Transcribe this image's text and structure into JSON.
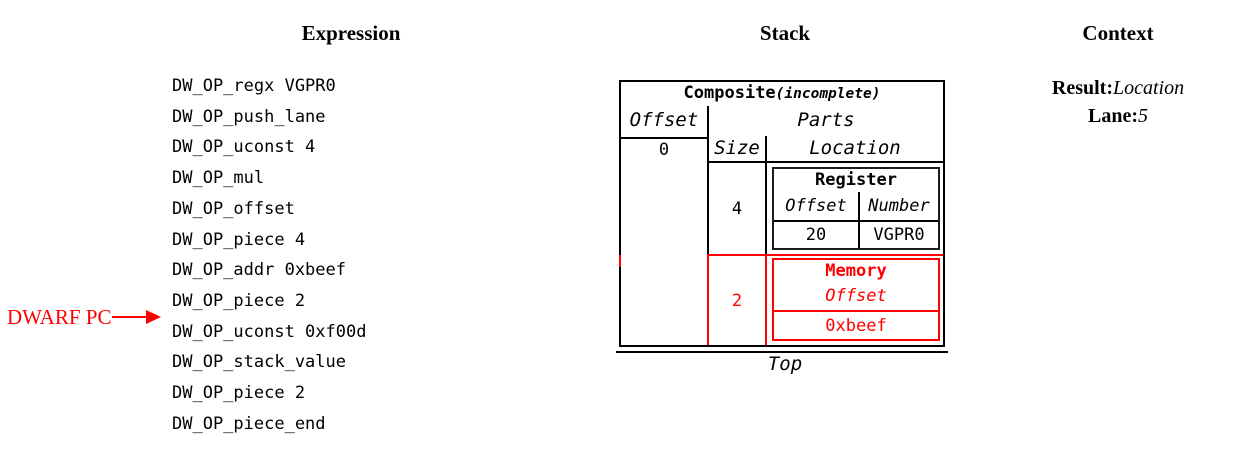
{
  "headers": {
    "expression": "Expression",
    "stack": "Stack",
    "context": "Context"
  },
  "expression": {
    "pc_label": "DWARF PC",
    "pc_target": "DW_OP_uconst 0xf00d",
    "opcodes": [
      "DW_OP_regx VGPR0",
      "DW_OP_push_lane",
      "DW_OP_uconst 4",
      "DW_OP_mul",
      "DW_OP_offset",
      "DW_OP_piece 4",
      "DW_OP_addr 0xbeef",
      "DW_OP_piece 2",
      "DW_OP_uconst 0xf00d",
      "DW_OP_stack_value",
      "DW_OP_piece 2",
      "DW_OP_piece_end"
    ]
  },
  "stack": {
    "composite": {
      "title": "Composite",
      "title_suffix": "(incomplete)",
      "columns": {
        "offset": "Offset",
        "parts": "Parts",
        "size": "Size",
        "location": "Location"
      },
      "offset_value": "0",
      "parts": [
        {
          "size": "4",
          "highlighted": false,
          "location": {
            "type": "Register",
            "field_labels": [
              "Offset",
              "Number"
            ],
            "values": [
              "20",
              "VGPR0"
            ]
          }
        },
        {
          "size": "2",
          "highlighted": true,
          "location": {
            "type": "Memory",
            "field_labels": [
              "Offset"
            ],
            "values": [
              "0xbeef"
            ]
          }
        }
      ]
    },
    "top_label": "Top"
  },
  "context": {
    "result_label": "Result:",
    "result_value": "Location",
    "lane_label": "Lane:",
    "lane_value": "5"
  },
  "colors": {
    "highlight": "#ff0000",
    "ink": "#000000"
  }
}
